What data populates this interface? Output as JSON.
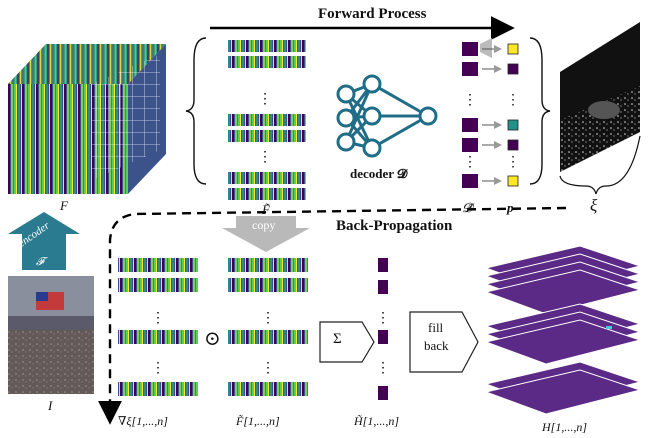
{
  "forward": {
    "title": "Forward Process"
  },
  "backprop": {
    "title": "Back-Propagation"
  },
  "labels": {
    "F": "F",
    "F_tilde": "F̃",
    "decoder": "decoder 𝓓",
    "D_tilde": "𝓓̃",
    "p": "p",
    "xi": "ξ",
    "encoder_line1": "encoder",
    "encoder_line2": "𝓕",
    "copy": "copy",
    "I": "I",
    "grad_xi": "∇ξ[1,...,n]",
    "F_tilde_n": "F̃[1,...,n]",
    "H_tilde_n": "H̃[1,...,n]",
    "H_n": "H[1,...,n]",
    "odot": "⊙",
    "sigma": "Σ",
    "fill_line1": "fill",
    "fill_line2": "back"
  },
  "colors": {
    "viridis_dark": "#440154",
    "viridis_blue": "#3b528b",
    "viridis_teal": "#21918c",
    "viridis_green": "#5ec962",
    "viridis_yellow": "#fde725",
    "network_node": "#1f6d86",
    "encoder_arrow": "#2a7b8f",
    "copy_arrow": "#b9b9b9",
    "purple_layer": "#5b2a86"
  },
  "icons": [
    "viridis-feature-cube",
    "neural-network-icon",
    "density-map-image",
    "crowd-photo"
  ]
}
